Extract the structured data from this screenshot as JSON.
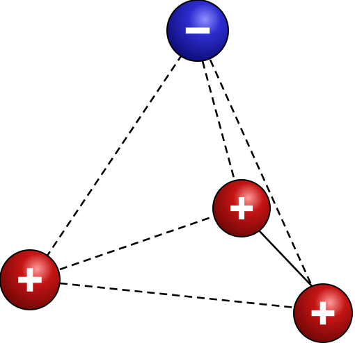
{
  "diagram": {
    "charges": [
      {
        "id": "top",
        "sign": "negative",
        "symbol": "−",
        "color": "#1a1aa8",
        "highlight": "#6a6aff"
      },
      {
        "id": "middle-right",
        "sign": "positive",
        "symbol": "+",
        "color": "#a80f0f",
        "highlight": "#ff7a7a"
      },
      {
        "id": "bottom-left",
        "sign": "positive",
        "symbol": "+",
        "color": "#a80f0f",
        "highlight": "#ff7a7a"
      },
      {
        "id": "bottom-right",
        "sign": "positive",
        "symbol": "+",
        "color": "#a80f0f",
        "highlight": "#ff7a7a"
      }
    ],
    "bonds": [
      {
        "from": "top",
        "to": "bottom-left",
        "style": "dashed"
      },
      {
        "from": "top",
        "to": "middle-right",
        "style": "dashed"
      },
      {
        "from": "top",
        "to": "bottom-right",
        "style": "dashed"
      },
      {
        "from": "bottom-left",
        "to": "middle-right",
        "style": "dashed"
      },
      {
        "from": "bottom-left",
        "to": "bottom-right",
        "style": "dashed"
      },
      {
        "from": "middle-right",
        "to": "bottom-right",
        "style": "solid"
      }
    ]
  }
}
